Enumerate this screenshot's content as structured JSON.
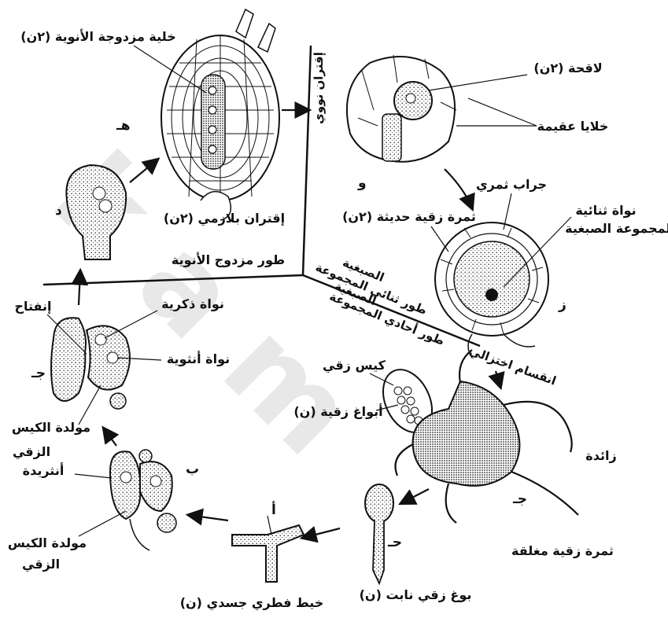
{
  "labels": {
    "dikaryotic_cell": "خلية مزدوجة الأنوية (٢ن)",
    "plasmogamy": "إقتران بلازمي (٢ن)",
    "dikaryotic_phase": "طور مزدوج الأنوية",
    "karyogamy": "إقتران نووي",
    "zygote": "لاقحة (٢ن)",
    "sterile_cells": "خلايا عقيمة",
    "ascocarp_wall": "جراب ثمري",
    "young_ascocarp": "ثمرة زقية حديثة (٢ن)",
    "diploid_nucleus_1": "نواة ثنائية",
    "diploid_nucleus_2": "المجموعة الصبغية",
    "diploid_phase_1": "طور ثنائي المجموعة",
    "diploid_phase_2": "الصبغية",
    "haploid_phase_1": "طور أحادي المجموعة",
    "haploid_phase_2": "الصبغية",
    "meiosis": "انقسام اختزالي",
    "ascus": "كيس زقي",
    "ascospores": "أبواغ زقية (ن)",
    "appendage": "زائدة",
    "cleistothecium": "ثمرة زقية مغلقة",
    "germinating_spore": "بوغ زقي نابت (ن)",
    "mycelium": "خيط فطري جسدي (ن)",
    "opening": "إنفتاح",
    "male_nucleus": "نواة ذكرية",
    "female_nucleus": "نواة أنثوية",
    "ascogonium_1": "مولدة الكيس",
    "ascogonium_2": "الزقي",
    "antheridium": "أنثريدة",
    "ascogonium_b1": "مولدة الكيس",
    "ascogonium_b2": "الزقي"
  },
  "stage_letters": {
    "a": "أ",
    "b": "ب",
    "c": "جـ",
    "d": "د",
    "e": "هـ",
    "f": "و",
    "g": "ز",
    "h": "حـ",
    "j": "جـ"
  },
  "watermark": "k a m",
  "colors": {
    "ink": "#111111",
    "stipple": "#333333",
    "watermark": "#e6e6e6"
  }
}
